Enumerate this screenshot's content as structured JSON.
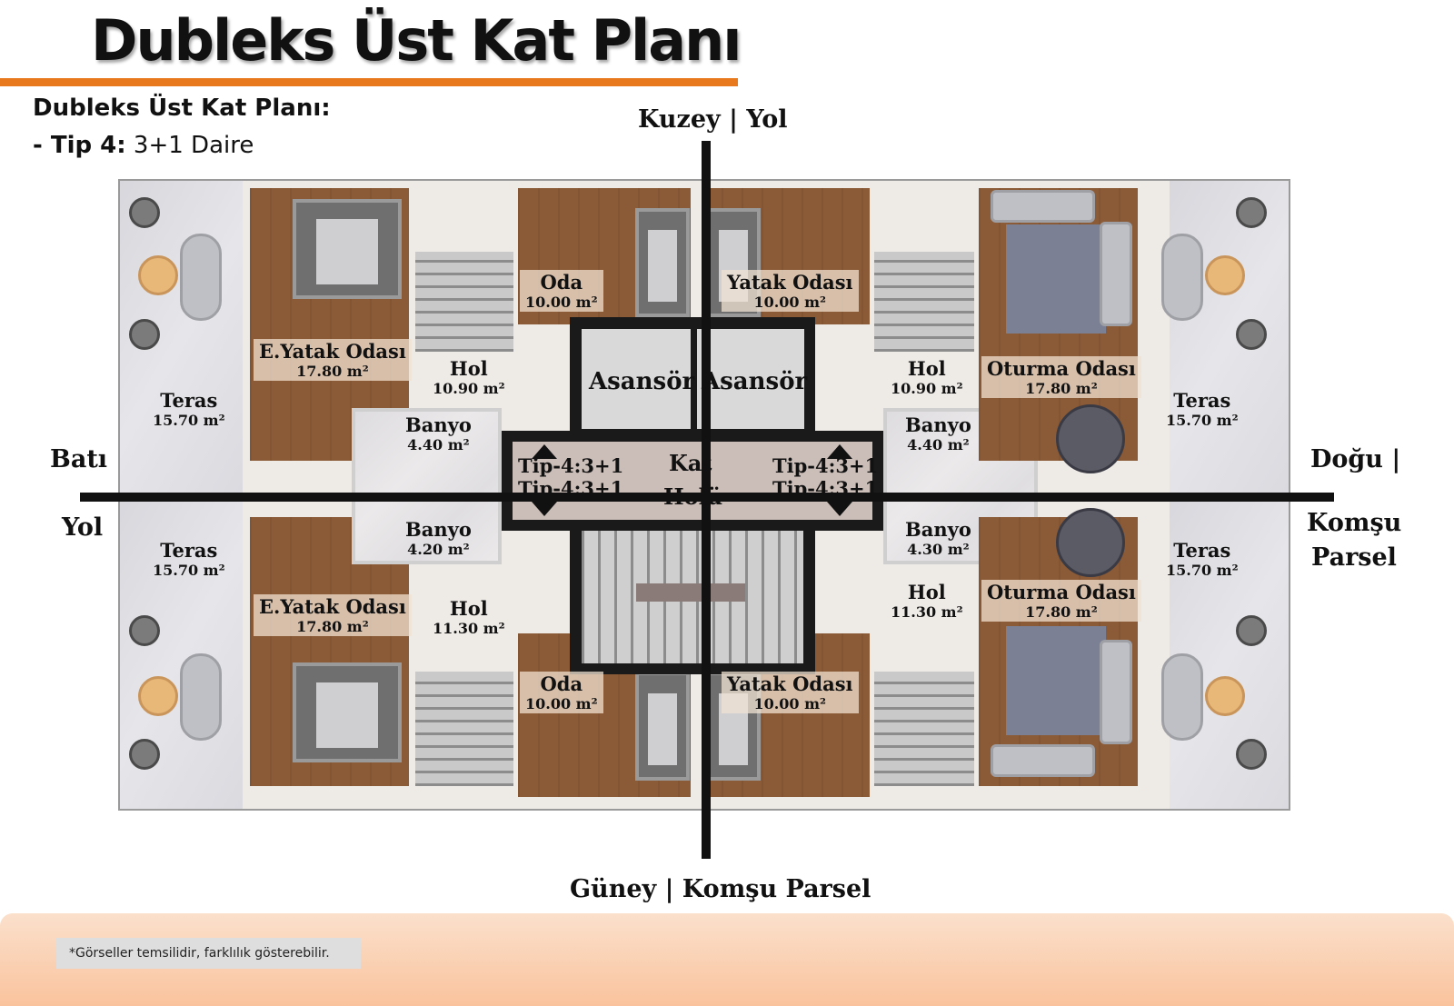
{
  "header": {
    "title": "Dubleks Üst Kat Planı",
    "subtitle_heading": "Dubleks Üst Kat Planı:",
    "subtitle_type_prefix": "- Tip 4:",
    "subtitle_type_value": "3+1 Daire"
  },
  "directions": {
    "north": "Kuzey | Yol",
    "south": "Güney | Komşu Parsel",
    "west_top": "Batı |",
    "west_bottom": "Yol",
    "east_top": "Doğu |",
    "east_bottom_1": "Komşu",
    "east_bottom_2": "Parsel"
  },
  "rooms": {
    "teras_nw": {
      "name": "Teras",
      "area": "15.70 m²"
    },
    "teras_sw": {
      "name": "Teras",
      "area": "15.70 m²"
    },
    "teras_ne": {
      "name": "Teras",
      "area": "15.70 m²"
    },
    "teras_se": {
      "name": "Teras",
      "area": "15.70 m²"
    },
    "eyatak_nw": {
      "name": "E.Yatak Odası",
      "area": "17.80 m²"
    },
    "eyatak_sw": {
      "name": "E.Yatak Odası",
      "area": "17.80 m²"
    },
    "hol_nw": {
      "name": "Hol",
      "area": "10.90 m²"
    },
    "hol_sw": {
      "name": "Hol",
      "area": "11.30 m²"
    },
    "hol_ne": {
      "name": "Hol",
      "area": "10.90 m²"
    },
    "hol_se": {
      "name": "Hol",
      "area": "11.30 m²"
    },
    "banyo_nw": {
      "name": "Banyo",
      "area": "4.40 m²"
    },
    "banyo_sw": {
      "name": "Banyo",
      "area": "4.20 m²"
    },
    "banyo_ne": {
      "name": "Banyo",
      "area": "4.40 m²"
    },
    "banyo_se": {
      "name": "Banyo",
      "area": "4.30 m²"
    },
    "oda_n": {
      "name": "Oda",
      "area": "10.00 m²"
    },
    "oda_s": {
      "name": "Oda",
      "area": "10.00 m²"
    },
    "yatak_n": {
      "name": "Yatak Odası",
      "area": "10.00 m²"
    },
    "yatak_s": {
      "name": "Yatak Odası",
      "area": "10.00 m²"
    },
    "oturma_ne": {
      "name": "Oturma Odası",
      "area": "17.80 m²"
    },
    "oturma_se": {
      "name": "Oturma Odası",
      "area": "17.80 m²"
    },
    "asansor_1": "Asansör",
    "asansor_2": "Asansör",
    "kat_holu_1": "Kat",
    "kat_holu_2": "Holü",
    "tip_left_1": "Tip-4:3+1",
    "tip_left_2": "Tip-4:3+1",
    "tip_right_1": "Tip-4:3+1",
    "tip_right_2": "Tip-4:3+1"
  },
  "footer": {
    "note": "*Görseller temsilidir, farklılık gösterebilir."
  }
}
